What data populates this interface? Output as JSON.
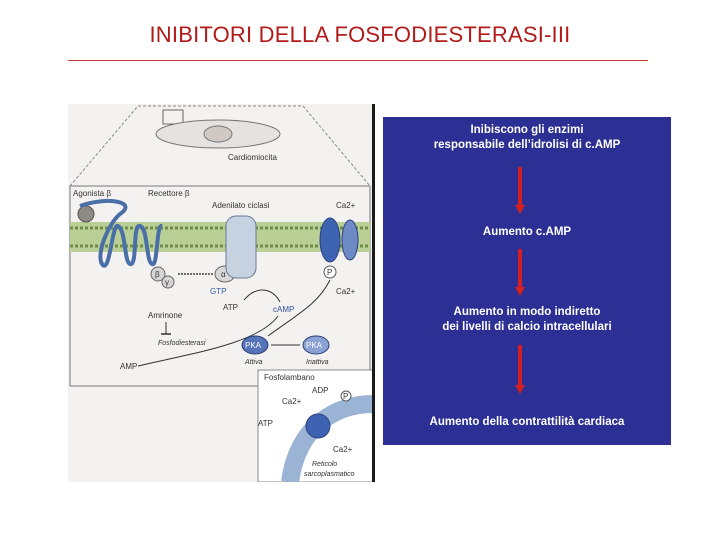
{
  "title": "INIBITORI DELLA FOSFODIESTERASI-III",
  "figure": {
    "labels": {
      "cardiomyocyte": "Cardiomiocita",
      "agonist": "Agonista β",
      "receptor": "Recettore β",
      "adenylate_cyclase": "Adenilato ciclasi",
      "ca_top": "Ca2+",
      "alpha": "α",
      "beta": "β",
      "gamma": "γ",
      "gtp": "GTP",
      "p_channel": "P",
      "ca_mid": "Ca2+",
      "atp": "ATP",
      "camp": "cAMP",
      "amrinone": "Amrinone",
      "pde": "Fosfodiesterasi",
      "pka_active": "PKA",
      "pka_active_sub": "Attiva",
      "pka_inactive": "PKA",
      "pka_inactive_sub": "Inattiva",
      "amp": "AMP",
      "phospholamban": "Fosfolambano",
      "adp": "ADP",
      "ca_sr": "Ca2+",
      "atp_sr": "ATP",
      "p_sr": "P",
      "ca_lumen": "Ca2+",
      "reticulum": "Reticolo",
      "sarcoplasmic": "sarcoplasmatico"
    }
  },
  "panel": {
    "step1_line1": "Inibiscono gli enzimi",
    "step1_line2": "responsabile dell’idrolisi di c.AMP",
    "step2": "Aumento c.AMP",
    "step3_line1": "Aumento in modo indiretto",
    "step3_line2": "dei livelli di calcio intracellulari",
    "step4": "Aumento della contrattilità cardiaca"
  },
  "colors": {
    "title": "#b31b1b",
    "panel_bg": "#2c2f93",
    "arrow": "#d21f1f"
  }
}
